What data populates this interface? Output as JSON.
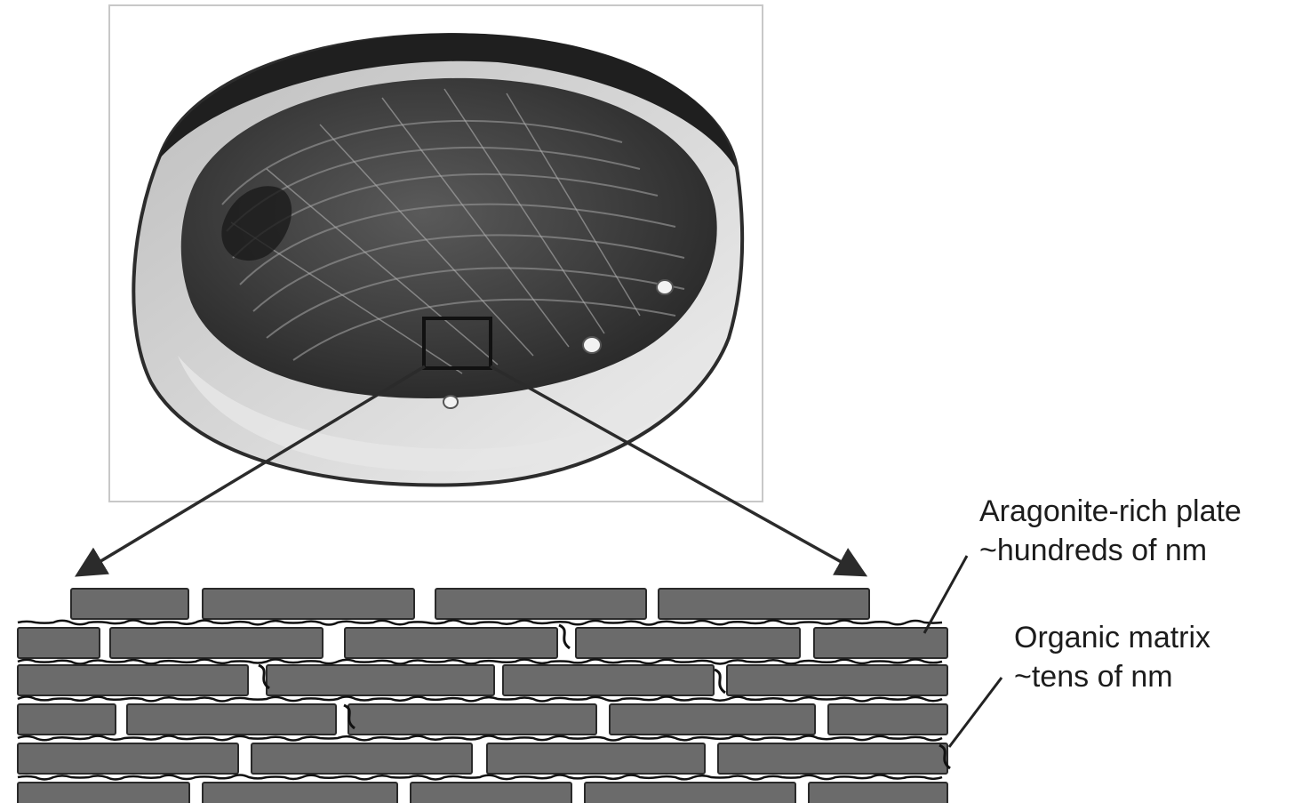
{
  "labels": {
    "plate_title": "Aragonite-rich plate",
    "plate_scale": "~hundreds of nm",
    "matrix_title": "Organic matrix",
    "matrix_scale": "~tens of nm"
  },
  "colors": {
    "background": "#ffffff",
    "plate_fill": "#6b6b6b",
    "plate_edge": "#2a2a2a",
    "matrix_line": "#111111",
    "shell_dark": "#3a3a3a",
    "shell_light": "#d8d8d8"
  },
  "icons": {
    "shell_photo": "abalone-shell-icon",
    "zoom_box": "magnifier-box-icon"
  }
}
